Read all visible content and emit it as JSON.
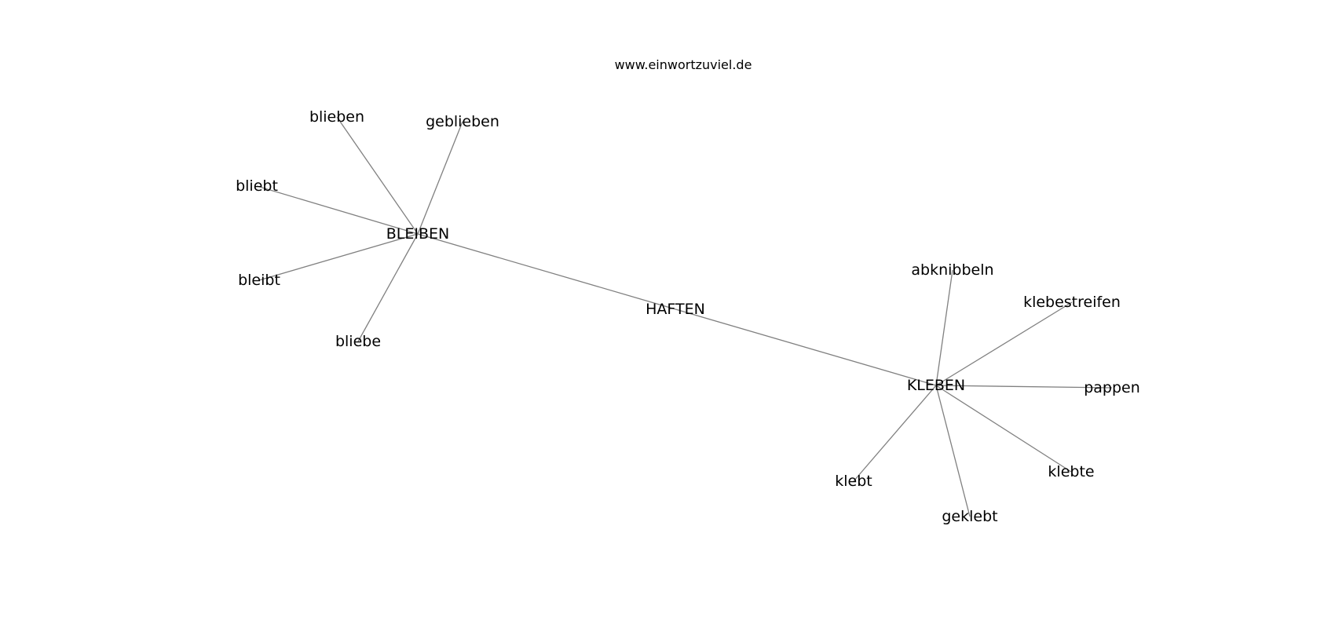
{
  "caption": "www.einwortzuviel.de",
  "graph": {
    "edge_color": "#808080",
    "text_color": "#000000",
    "background": "#ffffff",
    "nodes": [
      {
        "id": "haften",
        "label": "HAFTEN"
      },
      {
        "id": "bleiben",
        "label": "BLEIBEN"
      },
      {
        "id": "kleben",
        "label": "KLEBEN"
      },
      {
        "id": "blieben",
        "label": "blieben"
      },
      {
        "id": "geblieben",
        "label": "geblieben"
      },
      {
        "id": "bliebt",
        "label": "bliebt"
      },
      {
        "id": "bleibt",
        "label": "bleibt"
      },
      {
        "id": "bliebe",
        "label": "bliebe"
      },
      {
        "id": "abknibbeln",
        "label": "abknibbeln"
      },
      {
        "id": "klebestreifen",
        "label": "klebestreifen"
      },
      {
        "id": "pappen",
        "label": "pappen"
      },
      {
        "id": "klebte",
        "label": "klebte"
      },
      {
        "id": "geklebt",
        "label": "geklebt"
      },
      {
        "id": "klebt",
        "label": "klebt"
      }
    ],
    "edges": [
      [
        "bleiben",
        "kleben"
      ],
      [
        "bleiben",
        "blieben"
      ],
      [
        "bleiben",
        "geblieben"
      ],
      [
        "bleiben",
        "bliebt"
      ],
      [
        "bleiben",
        "bleibt"
      ],
      [
        "bleiben",
        "bliebe"
      ],
      [
        "kleben",
        "abknibbeln"
      ],
      [
        "kleben",
        "klebestreifen"
      ],
      [
        "kleben",
        "pappen"
      ],
      [
        "kleben",
        "klebte"
      ],
      [
        "kleben",
        "geklebt"
      ],
      [
        "kleben",
        "klebt"
      ]
    ]
  }
}
